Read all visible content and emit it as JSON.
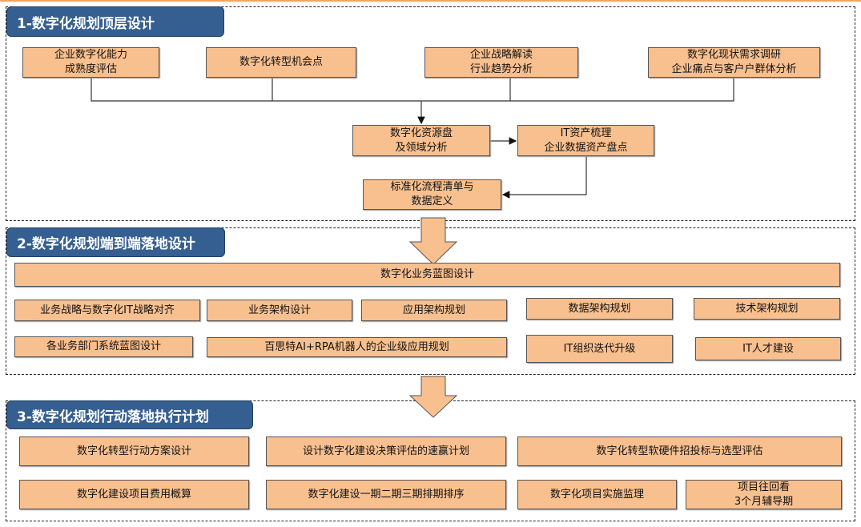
{
  "section1": {
    "title": "1-数字化规划顶层设计",
    "boxes": [
      "企业数字化能力\n成熟度评估",
      "数字化转型机会点",
      "企业战略解读\n行业趋势分析",
      "数字化现状需求调研\n企业痛点与客户户群体分析",
      "数字化资源盘\n及领域分析",
      "IT资产梳理\n企业数据资产盘点",
      "标准化流程清单与\n数据定义"
    ]
  },
  "section2": {
    "title": "2-数字化规划端到端落地设计",
    "boxes": [
      "数字化业务蓝图设计",
      "业务战略与数字化IT战略对齐",
      "业务架构设计",
      "应用架构规划",
      "数据架构规划",
      "技术架构规划",
      "各业务部门系统蓝图设计",
      "百思特AI+RPA机器人的企业级应用规划",
      "IT组织迭代升级",
      "IT人才建设"
    ]
  },
  "section3": {
    "title": "3-数字化规划行动落地执行计划",
    "boxes": [
      "数字化转型行动方案设计",
      "设计数字化建设决策评估的速赢计划",
      "数字化转型软硬件招投标与选型评估",
      "数字化建设项目费用概算",
      "数字化建设一期二期三期排期排序",
      "数字化项目实施监理",
      "项目往回看\n3个月辅导期"
    ]
  },
  "colors": {
    "header": "#355f91",
    "box": "#f9c08f",
    "accent": "#f4a460"
  }
}
